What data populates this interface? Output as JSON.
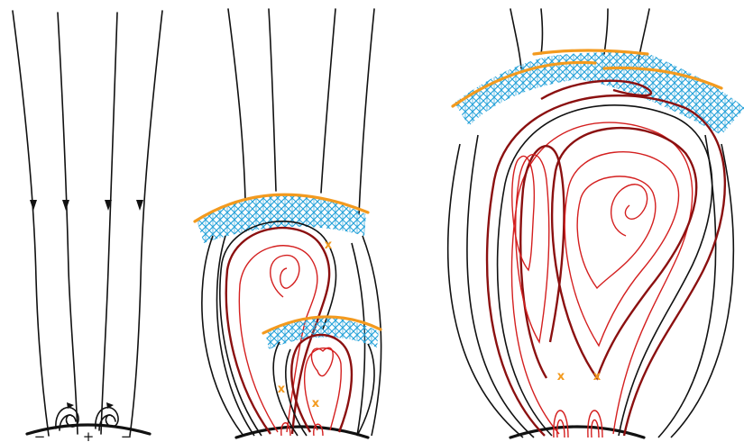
{
  "panels": [
    {
      "id": "panel-1",
      "polarity_signs": [
        "−",
        "+",
        "−"
      ]
    },
    {
      "id": "panel-2",
      "reconnection_markers": [
        "x",
        "x",
        "x"
      ]
    },
    {
      "id": "panel-3",
      "reconnection_markers": [
        "x",
        "x"
      ]
    }
  ],
  "colors": {
    "field_lines": "#111111",
    "flux_rope_lines": "#d41f1f",
    "current_sheet_arc": "#f39a1e",
    "turbulence_hatching": "#27a3d9"
  }
}
